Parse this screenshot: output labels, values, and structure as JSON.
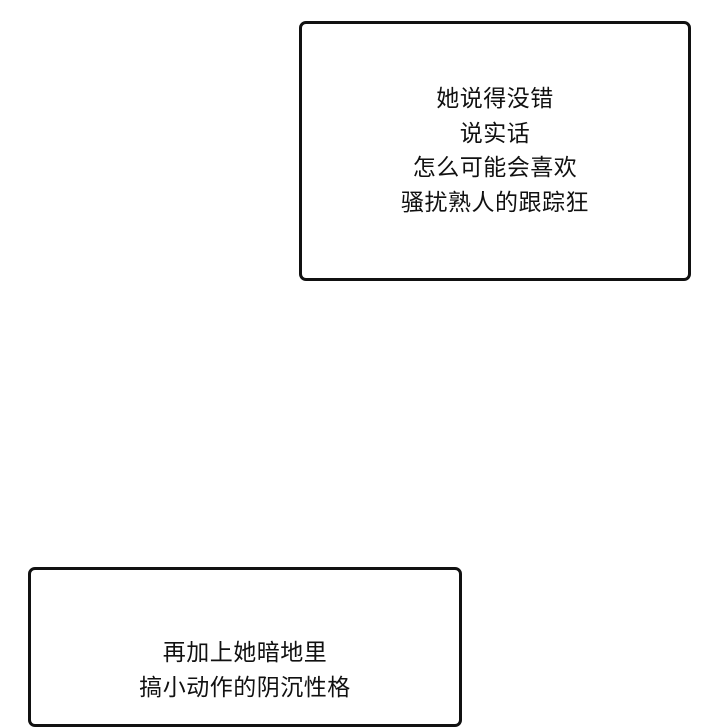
{
  "panels": [
    {
      "id": "top",
      "lines": [
        "她说得没错",
        "说实话",
        "怎么可能会喜欢",
        "骚扰熟人的跟踪狂"
      ]
    },
    {
      "id": "bottom",
      "lines": [
        "再加上她暗地里",
        "搞小动作的阴沉性格"
      ]
    }
  ],
  "colors": {
    "background": "#ffffff",
    "border": "#111111",
    "text": "#111111"
  }
}
